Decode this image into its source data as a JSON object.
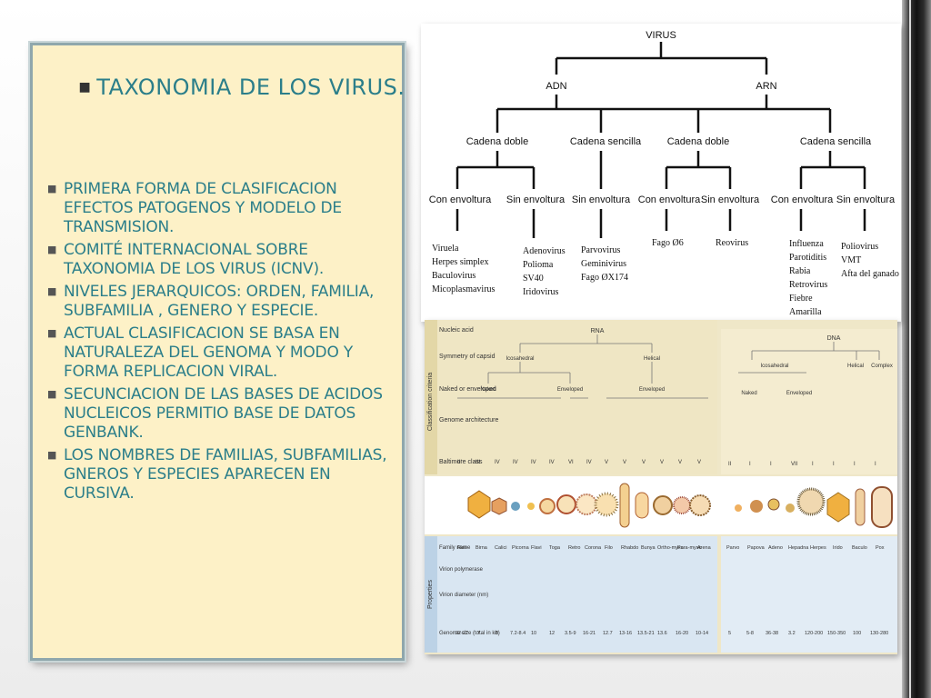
{
  "slide": {
    "title": "TAXONOMIA DE  LOS VIRUS.",
    "bullets": [
      "PRIMERA FORMA DE CLASIFICACION  EFECTOS PATOGENOS Y MODELO DE TRANSMISION.",
      "COMITÉ INTERNACIONAL SOBRE TAXONOMIA DE LOS VIRUS (ICNV).",
      "NIVELES JERARQUICOS: ORDEN, FAMILIA, SUBFAMILIA , GENERO Y ESPECIE.",
      "ACTUAL CLASIFICACION SE BASA EN NATURALEZA DEL GENOMA Y MODO Y FORMA REPLICACION VIRAL.",
      "SECUNCIACION DE LAS BASES DE ACIDOS NUCLEICOS PERMITIO BASE DE DATOS GENBANK.",
      "LOS NOMBRES DE FAMILIAS, SUBFAMILIAS, GNEROS Y ESPECIES APARECEN EN CURSIVA."
    ]
  },
  "tree": {
    "root": "VIRUS",
    "adn": "ADN",
    "arn": "ARN",
    "strand_double": "Cadena doble",
    "strand_single": "Cadena sencilla",
    "with_env": "Con envoltura",
    "without_env": "Sin envoltura",
    "leaves": {
      "adn_dd_con": [
        "Viruela",
        "Herpes simplex",
        "Baculovirus",
        "Micoplasmavirus"
      ],
      "adn_dd_sin": [
        "Adenovirus",
        "Polioma",
        "SV40",
        "Iridovirus"
      ],
      "adn_ss_sin": [
        "Parvovirus",
        "Geminivirus",
        "Fago ØX174"
      ],
      "arn_dd_con": [
        "Fago Ø6"
      ],
      "arn_dd_sin": [
        "Reovirus"
      ],
      "arn_ss_con": [
        "Influenza",
        "Parotiditis",
        "Rabia",
        "Retrovirus",
        "Fiebre",
        "Amarilla"
      ],
      "arn_ss_sin": [
        "Poliovirus",
        "VMT",
        "Afta del ganado"
      ]
    }
  },
  "classification": {
    "side_criteria": "Classification criteria",
    "side_properties": "Properties",
    "rows": [
      "Nucleic acid",
      "Symmetry of capsid",
      "Naked or enveloped",
      "Genome architecture",
      "Baltimore class"
    ],
    "rna": "RNA",
    "dna": "DNA",
    "icosahedral": "Icosahedral",
    "helical": "Helical",
    "complex": "Complex",
    "naked": "Naked",
    "enveloped": "Enveloped",
    "prop_rows": [
      "Family name",
      "Virion polymerase",
      "Virion diameter (nm)",
      "Genome size (total in kb)"
    ],
    "rna_families": [
      "Reo",
      "Birna",
      "Calici",
      "Picorna",
      "Flavi",
      "Toga",
      "Retro",
      "Corona",
      "Filo",
      "Rhabdo",
      "Bunya",
      "Ortho-myxo",
      "Para-myxo",
      "Arena"
    ],
    "dna_families": [
      "Parvo",
      "Papova",
      "Adeno",
      "Hepadna",
      "Herpes",
      "Irido",
      "Baculo",
      "Pox"
    ],
    "rna_sizes": [
      "22-27",
      "7",
      "8",
      "7.2-8.4",
      "10",
      "12",
      "3.5-9",
      "16-21",
      "12.7",
      "13-16",
      "13.5-21",
      "13.6",
      "16-20",
      "10-14"
    ],
    "dna_sizes": [
      "5",
      "5-8",
      "36-38",
      "3.2",
      "120-200",
      "150-350",
      "100",
      "130-280"
    ],
    "baltimore_rna": [
      "III",
      "III",
      "IV",
      "IV",
      "IV",
      "IV",
      "VI",
      "IV",
      "V",
      "V",
      "V",
      "V",
      "V",
      "V"
    ],
    "baltimore_dna": [
      "II",
      "I",
      "I",
      "VII",
      "I",
      "I",
      "I",
      "I"
    ]
  }
}
